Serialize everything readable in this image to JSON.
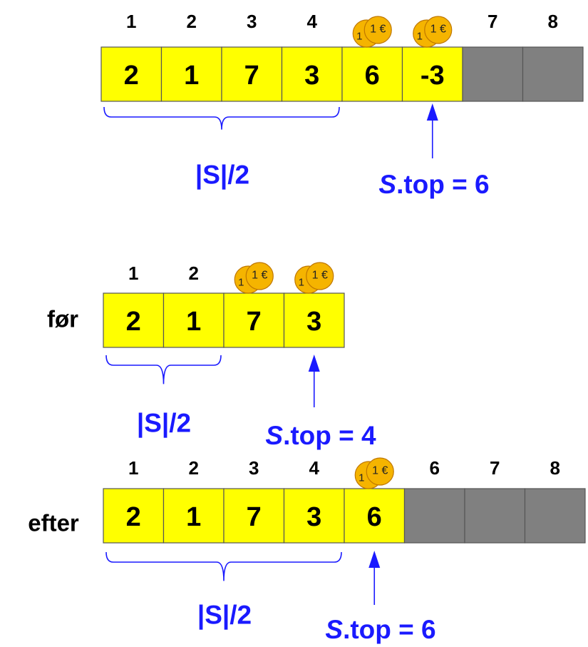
{
  "diagram": {
    "colors": {
      "filled_cell": "#ffff00",
      "empty_cell": "#808080",
      "cell_border": "#555555",
      "index_text": "#000000",
      "cell_text": "#000000",
      "annotation": "#1a1aff",
      "coin_fill": "#f5b400",
      "coin_stroke": "#c07800"
    },
    "coin": {
      "back_label": "1",
      "front_label": "1 €",
      "icon": "euro-coin-icon"
    },
    "panels": [
      {
        "id": "top",
        "row_label": "",
        "index_labels": [
          "1",
          "2",
          "3",
          "4",
          "",
          "",
          "7",
          "8"
        ],
        "cells": [
          {
            "value": "2",
            "filled": true,
            "coins": false
          },
          {
            "value": "1",
            "filled": true,
            "coins": false
          },
          {
            "value": "7",
            "filled": true,
            "coins": false
          },
          {
            "value": "3",
            "filled": true,
            "coins": false
          },
          {
            "value": "6",
            "filled": true,
            "coins": true
          },
          {
            "value": "-3",
            "filled": true,
            "coins": true
          },
          {
            "value": "",
            "filled": false,
            "coins": false
          },
          {
            "value": "",
            "filled": false,
            "coins": false
          }
        ],
        "half_label": "|S|/2",
        "half_span_cells": 4,
        "pointer_cell": 6,
        "pointer_prefix": "S",
        "pointer_suffix": ".top = 6"
      },
      {
        "id": "foer",
        "row_label": "før",
        "index_labels": [
          "1",
          "2",
          "",
          ""
        ],
        "cells": [
          {
            "value": "2",
            "filled": true,
            "coins": false
          },
          {
            "value": "1",
            "filled": true,
            "coins": false
          },
          {
            "value": "7",
            "filled": true,
            "coins": true
          },
          {
            "value": "3",
            "filled": true,
            "coins": true
          }
        ],
        "half_label": "|S|/2",
        "half_span_cells": 2,
        "pointer_cell": 4,
        "pointer_prefix": "S",
        "pointer_suffix": ".top = 4"
      },
      {
        "id": "efter",
        "row_label": "efter",
        "index_labels": [
          "1",
          "2",
          "3",
          "4",
          "",
          "6",
          "7",
          "8"
        ],
        "cells": [
          {
            "value": "2",
            "filled": true,
            "coins": false
          },
          {
            "value": "1",
            "filled": true,
            "coins": false
          },
          {
            "value": "7",
            "filled": true,
            "coins": false
          },
          {
            "value": "3",
            "filled": true,
            "coins": false
          },
          {
            "value": "6",
            "filled": true,
            "coins": true
          },
          {
            "value": "",
            "filled": false,
            "coins": false
          },
          {
            "value": "",
            "filled": false,
            "coins": false
          },
          {
            "value": "",
            "filled": false,
            "coins": false
          }
        ],
        "half_label": "|S|/2",
        "half_span_cells": 4,
        "pointer_cell": 5,
        "pointer_prefix": "S",
        "pointer_suffix": ".top = 6"
      }
    ]
  }
}
